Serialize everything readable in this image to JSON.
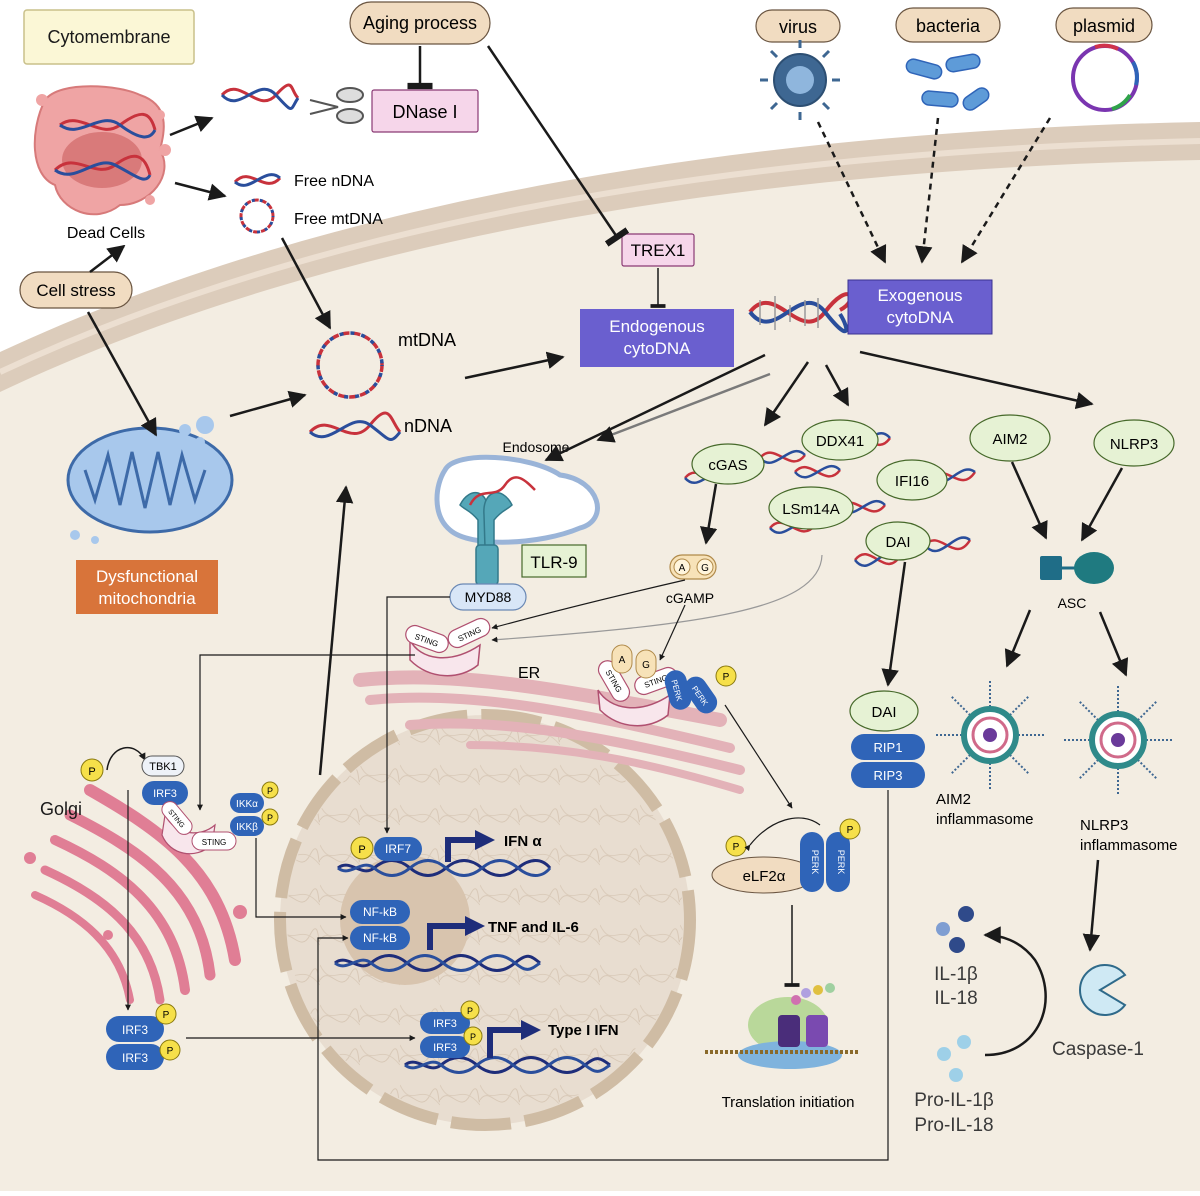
{
  "colors": {
    "cell_bg": "#f3ede2",
    "membrane": "#d9c8b6",
    "purple_box": "#6a5fcf",
    "pink_box": "#f6d6ea",
    "tan_box": "#f1dcc1",
    "green_oval": "#e6f2d4",
    "orange_box": "#d8743a",
    "protein_blue": "#2f64b8",
    "phospho": "#f6e04a",
    "dna_red": "#c8323c",
    "dna_blue": "#2a4e9c",
    "arrow_navy": "#1e2d7a"
  },
  "labels": {
    "cytomembrane": "Cytomembrane",
    "aging_process": "Aging process",
    "dnase": "DNase I",
    "dead_cells": "Dead Cells",
    "free_ndna": "Free nDNA",
    "free_mtdna": "Free mtDNA",
    "cell_stress": "Cell stress",
    "dysfunctional": [
      "Dysfunctional",
      "mitochondria"
    ],
    "mtdna": "mtDNA",
    "ndna": "nDNA",
    "trex1": "TREX1",
    "endogenous": [
      "Endogenous",
      "cytoDNA"
    ],
    "exogenous": [
      "Exogenous",
      "cytoDNA"
    ],
    "virus": "virus",
    "bacteria": "bacteria",
    "plasmid": "plasmid",
    "endosome": "Endosome",
    "tlr9": "TLR-9",
    "myd88": "MYD88",
    "cgas": "cGAS",
    "ddx41": "DDX41",
    "ifi16": "IFI16",
    "lsm14a": "LSm14A",
    "dai": "DAI",
    "aim2": "AIM2",
    "nlrp3": "NLRP3",
    "asc": "ASC",
    "cgamp": "cGAMP",
    "cgamp_a": "A",
    "cgamp_g": "G",
    "sting": "STING",
    "er": "ER",
    "perk": "PERK",
    "p": "P",
    "golgi": "Golgi",
    "tbk1": "TBK1",
    "irf3": "IRF3",
    "ikka": "IKKα",
    "ikkb": "IKKβ",
    "irf7": "IRF7",
    "ifn_alpha": "IFN α",
    "nfkb": "NF-kB",
    "tnf_il6": "TNF and IL-6",
    "type1_ifn": "Type I IFN",
    "elf2a": "eLF2α",
    "translation": "Translation initiation",
    "rip1": "RIP1",
    "rip3": "RIP3",
    "aim2_inflam": [
      "AIM2",
      "inflammasome"
    ],
    "nlrp3_inflam": [
      "NLRP3",
      "inflammasome"
    ],
    "il": [
      "IL-1β",
      "IL-18"
    ],
    "pro_il": [
      "Pro-IL-1β",
      "Pro-IL-18"
    ],
    "caspase": "Caspase-1"
  }
}
